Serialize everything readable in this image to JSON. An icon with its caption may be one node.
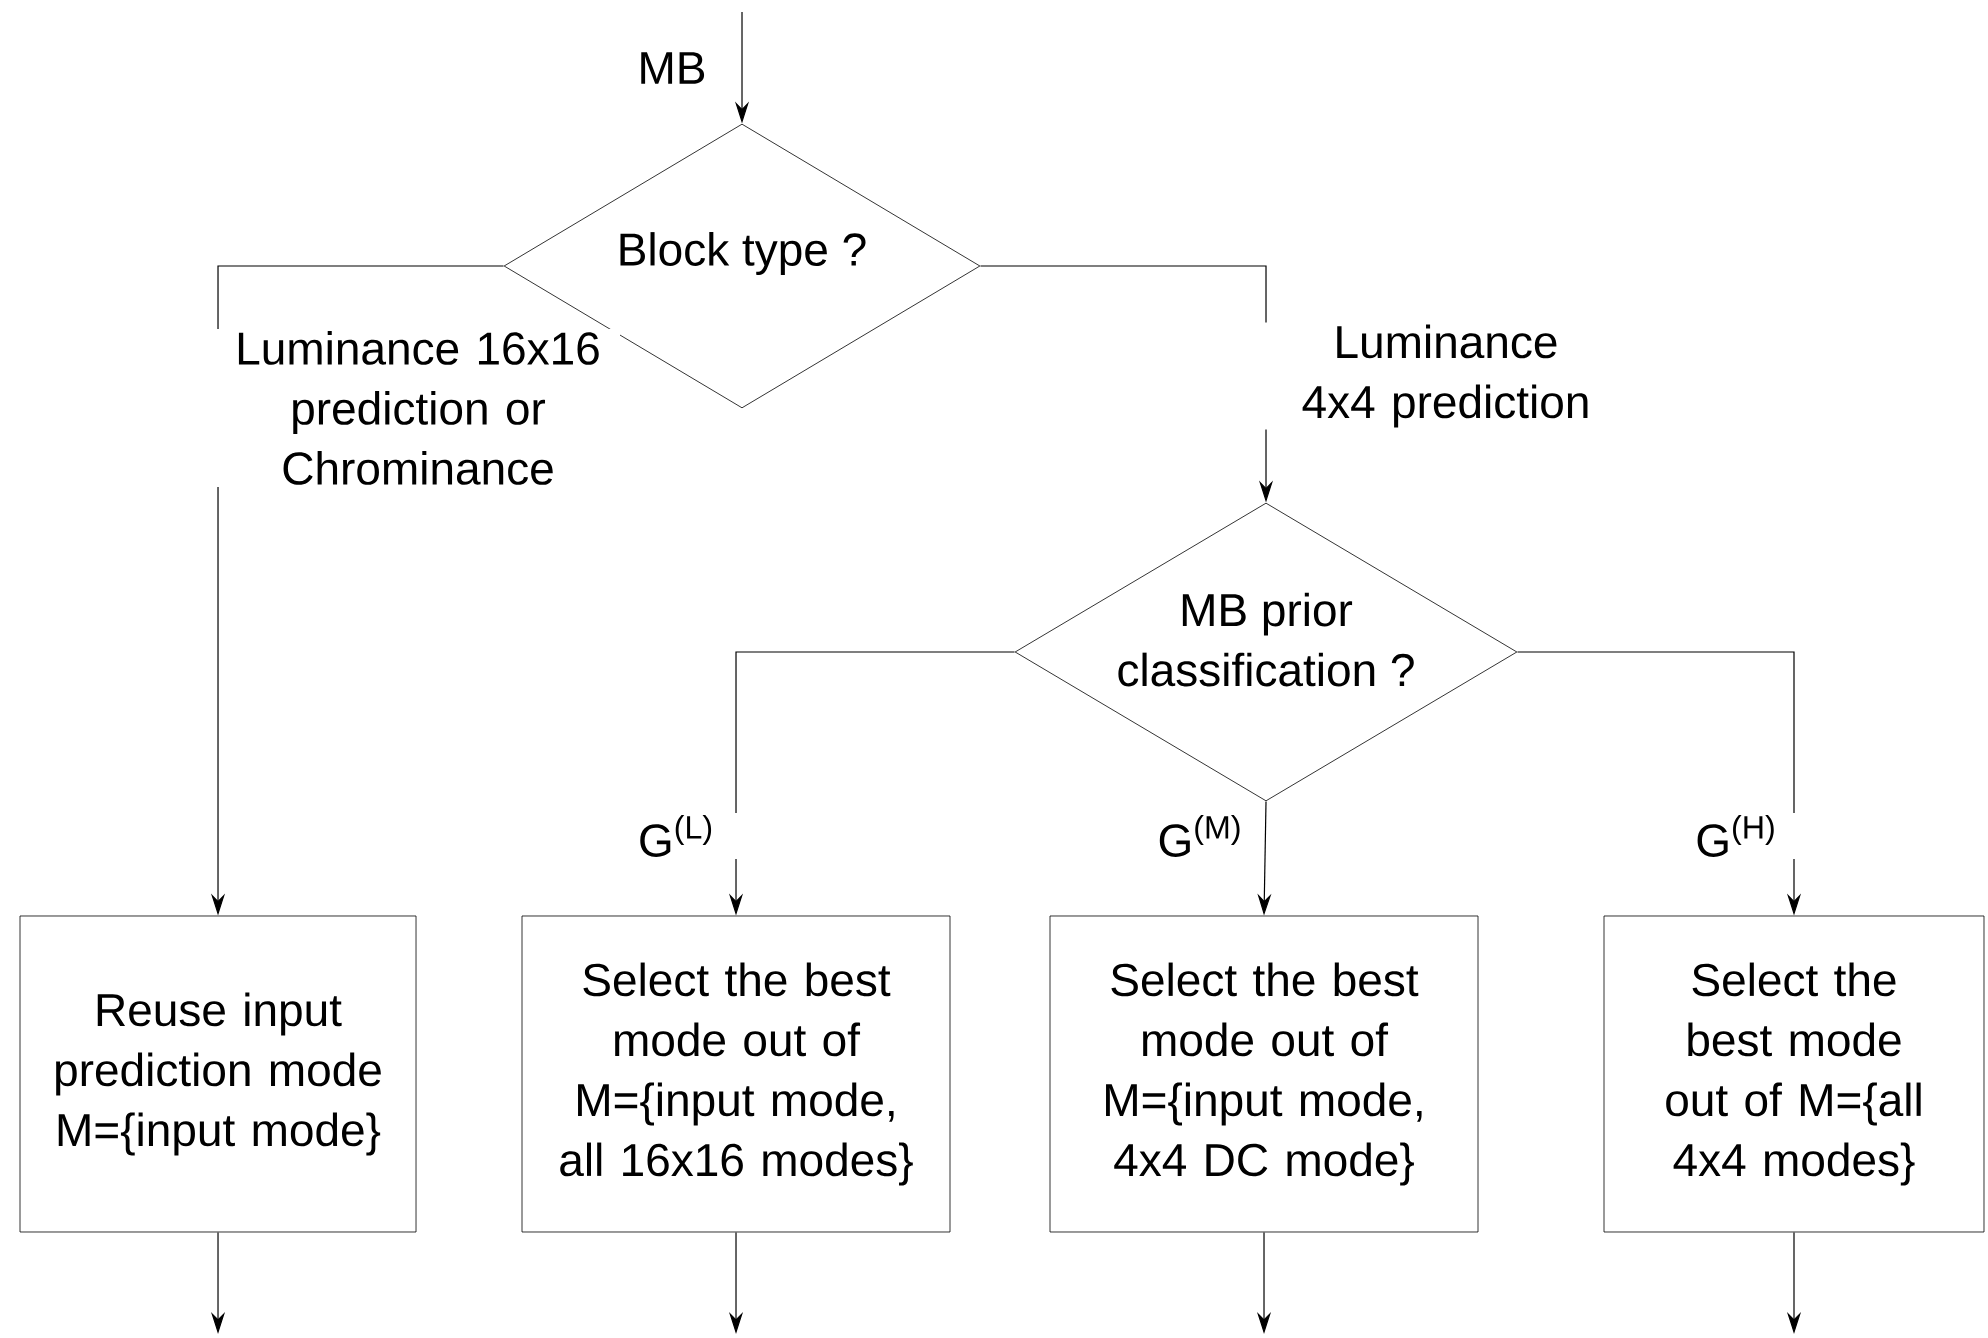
{
  "diagram": {
    "nodes": [
      {
        "text": [
          "Block type ?"
        ]
      },
      {
        "text": [
          "MB prior classification ?"
        ]
      },
      {
        "text": [
          "Reuse input prediction mode M={input mode}"
        ]
      },
      {
        "text": [
          "Select the best mode out of M={input mode, all 16x16 modes}"
        ]
      },
      {
        "text": [
          "Select the best mode out of M={input mode, 4x4 DC mode}"
        ]
      },
      {
        "text": [
          "Select the best mode out of M={all 4x4 modes}"
        ]
      }
    ],
    "edges": [
      {
        "from": null,
        "to": 0,
        "arrow": "to",
        "label": "MB"
      },
      {
        "from": 0,
        "to": 2,
        "arrow": "to",
        "label": "Luminance 16x16 prediction or Chrominance"
      },
      {
        "from": 0,
        "to": 1,
        "arrow": "to",
        "label": "Luminance 4x4 prediction"
      },
      {
        "from": 1,
        "to": 3,
        "arrow": "to",
        "label": "G$^{(L)}$"
      },
      {
        "from": 1,
        "to": 4,
        "arrow": "to",
        "label": "G$^{(M)}$"
      },
      {
        "from": 1,
        "to": 5,
        "arrow": "to",
        "label": "G$^{(H)}$"
      },
      {
        "from": 2,
        "to": null,
        "arrow": "to"
      },
      {
        "from": 3,
        "to": null,
        "arrow": "to"
      },
      {
        "from": 4,
        "to": null,
        "arrow": "to"
      },
      {
        "from": 5,
        "to": null,
        "arrow": "to"
      }
    ]
  }
}
